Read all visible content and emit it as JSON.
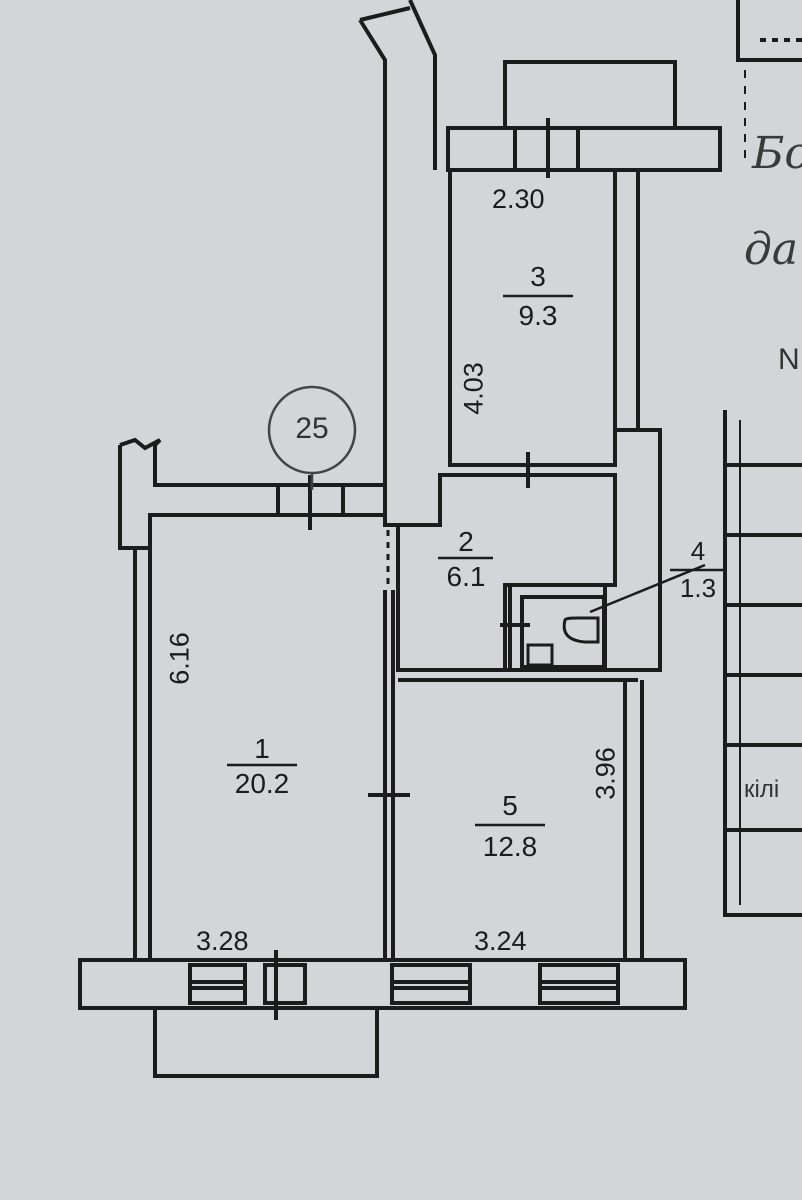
{
  "plan": {
    "colors": {
      "paper": "#d4d5d9",
      "line": "#1c1c1c"
    },
    "marker": "25",
    "rooms": [
      {
        "number": "1",
        "area": "20.2"
      },
      {
        "number": "2",
        "area": "6.1"
      },
      {
        "number": "3",
        "area": "9.3"
      },
      {
        "number": "4",
        "area": "1.3"
      },
      {
        "number": "5",
        "area": "12.8"
      }
    ],
    "dimensions": {
      "room1_width": "3.28",
      "room1_length": "6.16",
      "room3_width": "2.30",
      "room3_length": "4.03",
      "room5_width": "3.24",
      "room5_length": "3.96"
    },
    "edge_text": {
      "script_top": "Бо",
      "script_mid": "да",
      "corner_mark": "N",
      "table_word": "кілі"
    }
  }
}
